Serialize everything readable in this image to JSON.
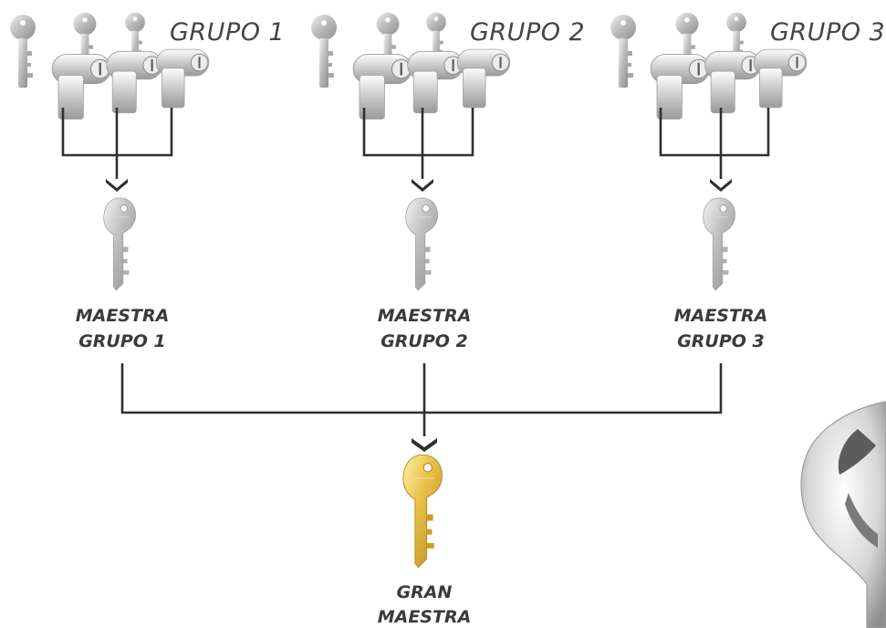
{
  "groups": [
    {
      "title": "GRUPO 1",
      "master_line1": "MAESTRA",
      "master_line2": "GRUPO 1"
    },
    {
      "title": "GRUPO 2",
      "master_line1": "MAESTRA",
      "master_line2": "GRUPO 2"
    },
    {
      "title": "GRUPO 3",
      "master_line1": "MAESTRA",
      "master_line2": "GRUPO 3"
    }
  ],
  "grand_master": {
    "line1": "GRAN",
    "line2": "MAESTRA"
  },
  "colors": {
    "connector": "#2f2f2f",
    "label_text": "#3a3a3a",
    "silver": "#c9c9c9",
    "gold": "#e2b93b"
  }
}
